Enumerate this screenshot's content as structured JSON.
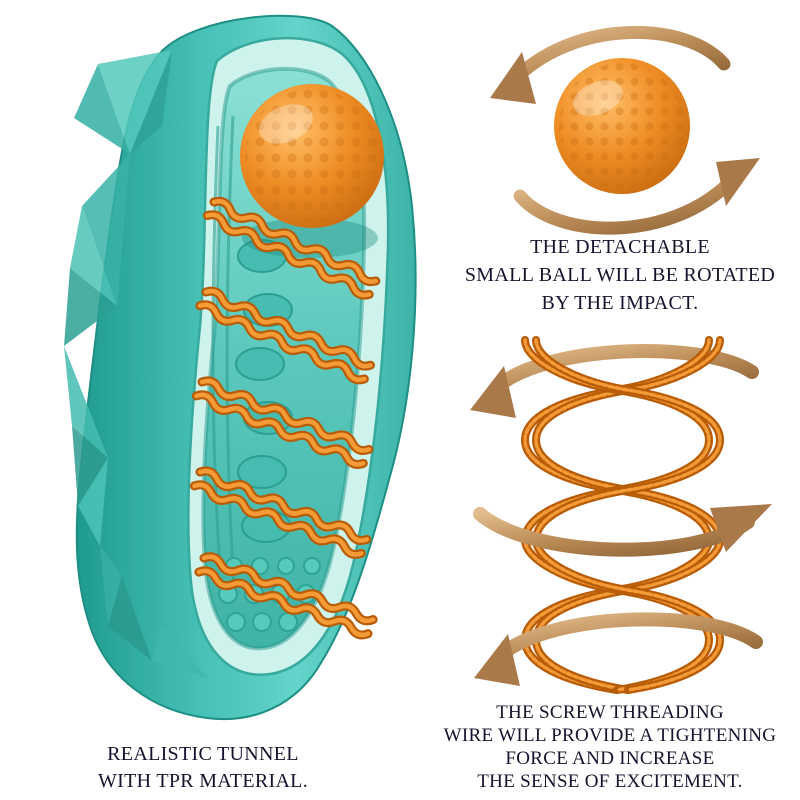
{
  "colors": {
    "background": "#ffffff",
    "teal": "#55cbc1",
    "teal_dark": "#1f9a8f",
    "teal_pale": "#cdf3ec",
    "orange": "#ef8c24",
    "orange_dark": "#b85c08",
    "orange_light": "#ffb45e",
    "bronze": "#bf9360",
    "text": "#14142e"
  },
  "figures": {
    "device": "teal-sleeve-cutaway-with-ball-and-threads",
    "ball": "rotating-textured-ball-with-arrows",
    "helix": "screw-threading-wires-with-arrows"
  },
  "captions": {
    "ball": {
      "lines": [
        "THE DETACHABLE",
        "SMALL BALL WILL BE ROTATED",
        "BY THE IMPACT."
      ]
    },
    "helix": {
      "lines": [
        "THE SCREW THREADING",
        "WIRE WILL PROVIDE A TIGHTENING",
        "FORCE AND INCREASE",
        "THE SENSE OF EXCITEMENT."
      ]
    },
    "tunnel": {
      "lines": [
        "REALISTIC TUNNEL",
        "WITH TPR MATERIAL."
      ]
    }
  }
}
